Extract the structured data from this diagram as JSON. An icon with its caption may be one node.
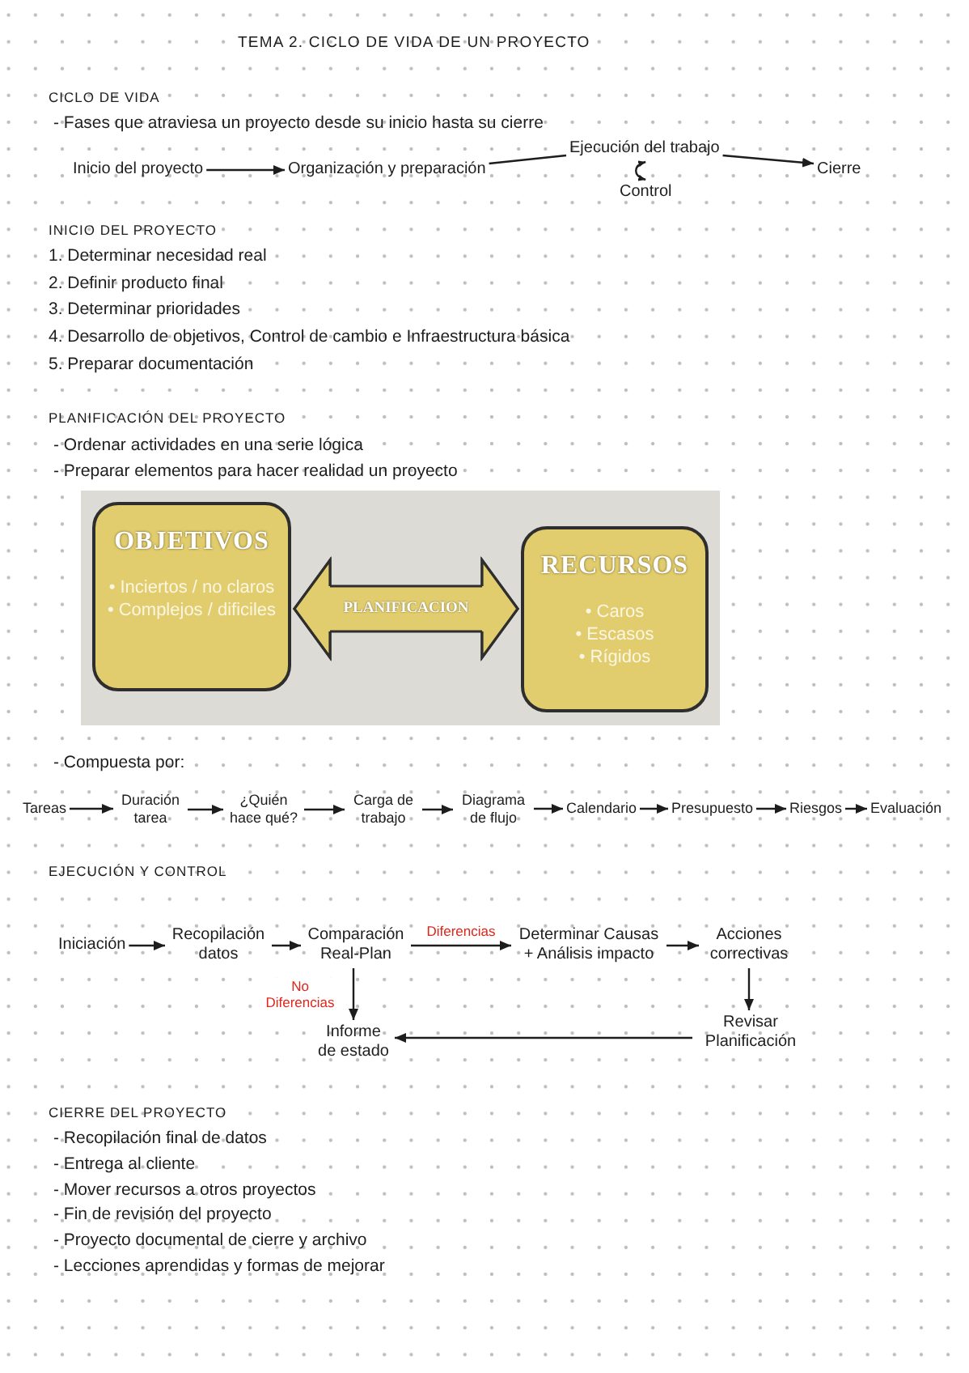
{
  "diagram": {
    "title": "TEMA 2. CICLO DE VIDA DE UN PROYECTO",
    "nodes": [
      {
        "text": [
          "Inicio del proyecto"
        ]
      },
      {
        "text": [
          "Organización y preparación"
        ]
      },
      {
        "text": [
          "Ejecución del trabajo"
        ]
      },
      {
        "text": [
          "Control"
        ]
      },
      {
        "text": [
          "Cierre"
        ]
      },
      {
        "text": [
          "OBJETIVOS",
          "• Inciertos / no claros",
          "• Complejos / dificiles"
        ]
      },
      {
        "text": [
          "RECURSOS",
          "• Caros",
          "• Escasos",
          "• Rígidos"
        ]
      },
      {
        "text": [
          "Tareas"
        ]
      },
      {
        "text": [
          "Duración tarea"
        ]
      },
      {
        "text": [
          "¿Quién hace qué?"
        ]
      },
      {
        "text": [
          "Carga de trabajo"
        ]
      },
      {
        "text": [
          "Diagrama de flujo"
        ]
      },
      {
        "text": [
          "Calendario"
        ]
      },
      {
        "text": [
          "Presupuesto"
        ]
      },
      {
        "text": [
          "Riesgos"
        ]
      },
      {
        "text": [
          "Evaluación"
        ]
      },
      {
        "text": [
          "Iniciación"
        ]
      },
      {
        "text": [
          "Recopilación datos"
        ]
      },
      {
        "text": [
          "Comparación Real-Plan"
        ]
      },
      {
        "text": [
          "Determinar Causas + Análisis impacto"
        ]
      },
      {
        "text": [
          "Acciones correctivas"
        ]
      },
      {
        "text": [
          "Informe de estado"
        ]
      },
      {
        "text": [
          "Revisar Planificación"
        ]
      }
    ],
    "edges": [
      {
        "from": 0,
        "to": 1,
        "arrow": "to"
      },
      {
        "from": 1,
        "to": 2,
        "arrow": "none"
      },
      {
        "from": 2,
        "to": 3,
        "arrow": "both"
      },
      {
        "from": 2,
        "to": 4,
        "arrow": "to"
      },
      {
        "from": 5,
        "to": 6,
        "arrow": "both",
        "label": "PLANIFICACION",
        "style": "thick",
        "color": "#e2cd6e"
      },
      {
        "from": 7,
        "to": 8,
        "arrow": "to"
      },
      {
        "from": 8,
        "to": 9,
        "arrow": "to"
      },
      {
        "from": 9,
        "to": 10,
        "arrow": "to"
      },
      {
        "from": 10,
        "to": 11,
        "arrow": "to"
      },
      {
        "from": 11,
        "to": 12,
        "arrow": "to"
      },
      {
        "from": 12,
        "to": 13,
        "arrow": "to"
      },
      {
        "from": 13,
        "to": 14,
        "arrow": "to"
      },
      {
        "from": 14,
        "to": 15,
        "arrow": "to"
      },
      {
        "from": 16,
        "to": 17,
        "arrow": "to"
      },
      {
        "from": 17,
        "to": 18,
        "arrow": "to"
      },
      {
        "from": 18,
        "to": 19,
        "arrow": "to",
        "label": "Diferencias"
      },
      {
        "from": 19,
        "to": 20,
        "arrow": "to"
      },
      {
        "from": 20,
        "to": 22,
        "arrow": "to"
      },
      {
        "from": 22,
        "to": 21,
        "arrow": "to"
      },
      {
        "from": 18,
        "to": 21,
        "arrow": "to",
        "label": "No Diferencias"
      }
    ],
    "labels": [
      "CICLO DE VIDA",
      "- Fases que atraviesa un proyecto desde su inicio hasta su cierre",
      "INICIO DEL PROYECTO",
      "1. Determinar necesidad real",
      "2. Definir producto final",
      "3. Determinar prioridades",
      "4. Desarrollo de objetivos, Control de cambio e Infraestructura básica",
      "5. Preparar documentación",
      "PLANIFICACIÓN DEL PROYECTO",
      "- Ordenar actividades en una serie lógica",
      "- Preparar elementos para hacer realidad un proyecto",
      "- Compuesta por:",
      "EJECUCIÓN Y CONTROL",
      "CIERRE DEL PROYECTO",
      "- Recopilación final de datos",
      "- Entrega al cliente",
      "- Mover recursos a otros proyectos",
      "- Fin de revisión del proyecto",
      "- Proyecto documental de cierre y archivo",
      "- Lecciones aprendidas y formas de mejorar"
    ]
  }
}
